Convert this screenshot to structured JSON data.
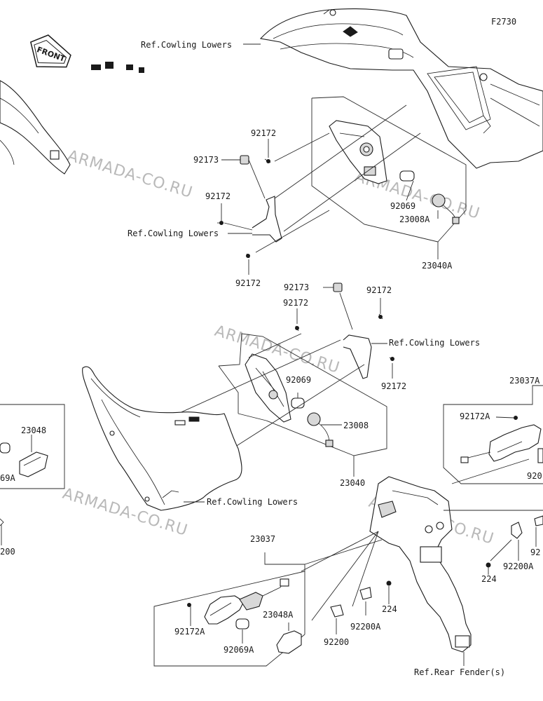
{
  "figure_code": "F2730",
  "front_label": "FRONT",
  "watermark": "ARMADA-CO.RU",
  "labels": {
    "ref_cowling_top": "Ref.Cowling Lowers",
    "p92172_a": "92172",
    "p92173_a": "92173",
    "p92172_b": "92172",
    "ref_cowling_mid": "Ref.Cowling Lowers",
    "p92172_c": "92172",
    "p92069_a": "92069",
    "p23008A": "23008A",
    "p23040A": "23040A",
    "p92173_b": "92173",
    "p92172_d": "92172",
    "p92172_e": "92172",
    "ref_cowling_right": "Ref.Cowling Lowers",
    "p92069_b": "92069",
    "p92172_f": "92172",
    "p23008": "23008",
    "p23040": "23040",
    "p23037A": "23037A",
    "p92172A_right": "92172A",
    "p920_cut": "920",
    "ref_cowling_bottom": "Ref.Cowling Lowers",
    "p23048": "23048",
    "p69A_cut": "69A",
    "p200_cut": "200",
    "p23037": "23037",
    "p224_a": "224",
    "p92200A_a": "92200A",
    "p92_cut": "92",
    "p224_b": "224",
    "p92200A_b": "92200A",
    "p92200": "92200",
    "p23048A": "23048A",
    "p92172A_bottom": "92172A",
    "p92069A": "92069A",
    "ref_rear_fender": "Ref.Rear Fender(s)"
  }
}
